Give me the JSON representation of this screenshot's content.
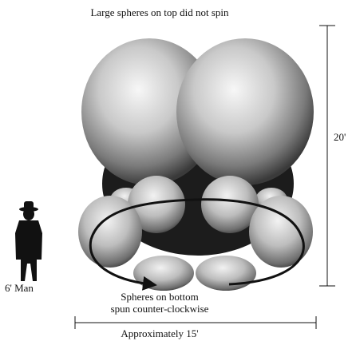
{
  "top_caption": "Large spheres on top did not spin",
  "bottom_caption_line1": "Spheres on bottom",
  "bottom_caption_line2": "spun counter-clockwise",
  "width_label": "Approximately 15'",
  "height_label": "20'",
  "man_label": "6' Man",
  "colors": {
    "ink": "#111111",
    "shade_dark": "#1a1a1a",
    "highlight": "#f4f4f4"
  }
}
